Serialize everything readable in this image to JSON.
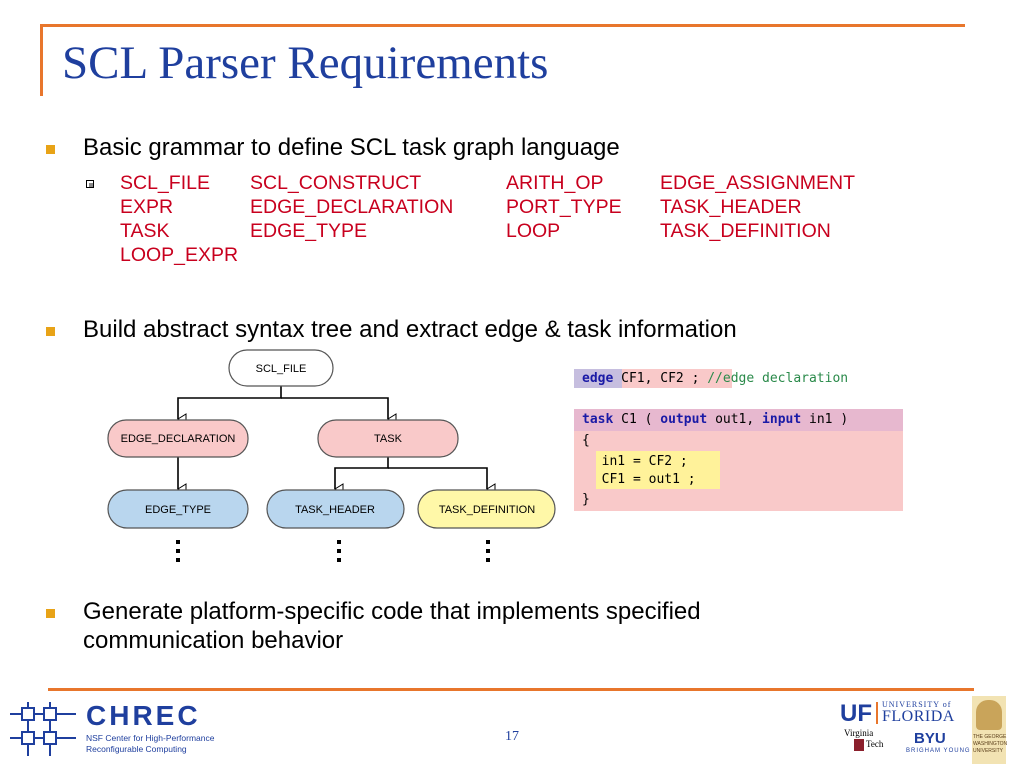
{
  "slide": {
    "title": "SCL Parser Requirements",
    "page_number": "17"
  },
  "bullets": [
    {
      "text": "Basic grammar to define SCL task graph language"
    },
    {
      "text": "Build abstract syntax tree and extract edge & task information"
    },
    {
      "line1": "Generate platform-specific code that implements specified",
      "line2": "communication behavior"
    }
  ],
  "grammar_terms": [
    [
      "SCL_FILE",
      "SCL_CONSTRUCT",
      "ARITH_OP",
      "EDGE_ASSIGNMENT"
    ],
    [
      "EXPR",
      "EDGE_DECLARATION",
      "PORT_TYPE",
      "TASK_HEADER"
    ],
    [
      "TASK",
      "EDGE_TYPE",
      "LOOP",
      "TASK_DEFINITION"
    ],
    [
      "LOOP_EXPR"
    ]
  ],
  "tree": {
    "root": "SCL_FILE",
    "edge_declaration": "EDGE_DECLARATION",
    "task": "TASK",
    "edge_type": "EDGE_TYPE",
    "task_header": "TASK_HEADER",
    "task_definition": "TASK_DEFINITION",
    "colors": {
      "white": "#ffffff",
      "pink": "#f9c9c9",
      "blue": "#b9d6ee",
      "yellow": "#fff8a8"
    }
  },
  "code": {
    "edge_kw": "edge",
    "edge_rest": " CF1, CF2 ; ",
    "edge_comment": "//edge declaration",
    "task_kw": "task",
    "task_name": " C1 ( ",
    "output_kw": "output",
    "out_rest": " out1, ",
    "input_kw": "input",
    "in_rest": " in1 )",
    "open_brace": "{",
    "line1": "  in1 = CF2 ;",
    "line2": "  CF1 = out1 ;",
    "close_brace": "}"
  },
  "footer": {
    "chrec_name": "CHREC",
    "chrec_line1": "NSF Center for High-Performance",
    "chrec_line2": "Reconfigurable Computing",
    "uf_short": "UF",
    "uf_university_of": "UNIVERSITY of",
    "uf_florida": "FLORIDA",
    "vt_line1": "Virginia",
    "vt_line2": "Tech",
    "byu": "BYU",
    "byu_full": "BRIGHAM YOUNG",
    "gw_line1": "THE GEORGE",
    "gw_line2": "WASHINGTON",
    "gw_line3": "UNIVERSITY"
  }
}
